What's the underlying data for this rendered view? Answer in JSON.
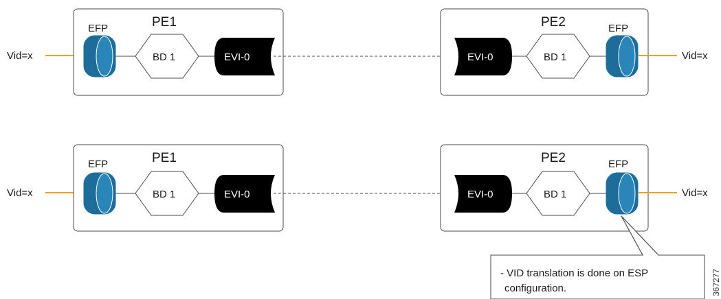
{
  "colors": {
    "efp": "#1d6c9a",
    "access_link": "#f0a020",
    "evi": "#000000"
  },
  "rows": [
    {
      "pe1": {
        "title": "PE1",
        "efp_label": "EFP",
        "bd_label": "BD 1",
        "evi_label": "EVI-0",
        "vid_label": "Vid=x"
      },
      "pe2": {
        "title": "PE2",
        "efp_label": "EFP",
        "bd_label": "BD 1",
        "evi_label": "EVI-0",
        "vid_label": "Vid=x"
      }
    },
    {
      "pe1": {
        "title": "PE1",
        "efp_label": "EFP",
        "bd_label": "BD 1",
        "evi_label": "EVI-0",
        "vid_label": "Vid=x"
      },
      "pe2": {
        "title": "PE2",
        "efp_label": "EFP",
        "bd_label": "BD 1",
        "evi_label": "EVI-0",
        "vid_label": "Vid=x"
      }
    }
  ],
  "note": {
    "line1": "- VID translation is done on ESP",
    "line2": "configuration."
  },
  "figure_id": "367277"
}
